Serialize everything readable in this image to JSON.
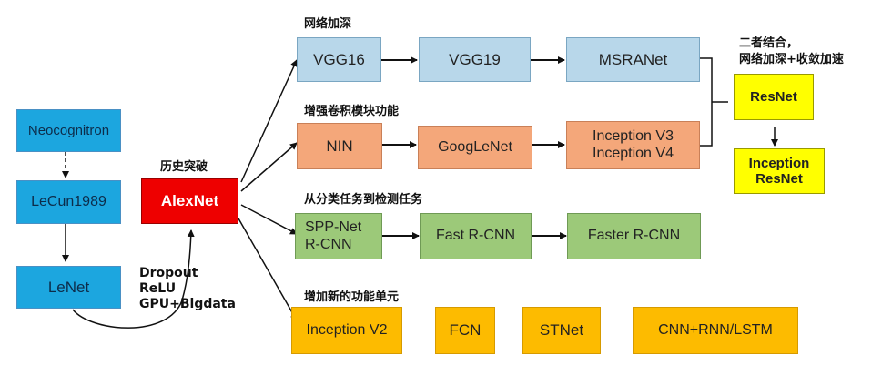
{
  "nodes": {
    "neocognitron": "Neocognitron",
    "lecun1989": "LeCun1989",
    "lenet": "LeNet",
    "alexnet": "AlexNet",
    "vgg16": "VGG16",
    "vgg19": "VGG19",
    "msranet": "MSRANet",
    "nin": "NIN",
    "googlenet": "GoogLeNet",
    "inception_v3": "Inception V3",
    "inception_v4": "Inception V4",
    "spp_net": "SPP-Net",
    "r_cnn": "R-CNN",
    "fast_rcnn": "Fast R-CNN",
    "faster_rcnn": "Faster R-CNN",
    "inception_v2": "Inception V2",
    "fcn": "FCN",
    "stnet": "STNet",
    "cnn_rnn_lstm": "CNN+RNN/LSTM",
    "resnet": "ResNet",
    "inception_resnet_1": "Inception",
    "inception_resnet_2": "ResNet"
  },
  "labels": {
    "breakthrough": "历史突破",
    "deeper": "网络加深",
    "enhance_conv": "增强卷积模块功能",
    "classification_to_detection": "从分类任务到检测任务",
    "new_units": "增加新的功能单元",
    "combine_1": "二者结合，",
    "combine_2": "网络加深+收敛加速"
  },
  "techniques": [
    "Dropout",
    "ReLU",
    "GPU+Bigdata"
  ],
  "colors": {
    "left_blue": "#1ca6df",
    "light_blue": "#b8d7ea",
    "salmon": "#f4a77a",
    "green": "#9cc979",
    "orange": "#fdbb00",
    "yellow": "#ffff00",
    "red": "#ee0000"
  }
}
